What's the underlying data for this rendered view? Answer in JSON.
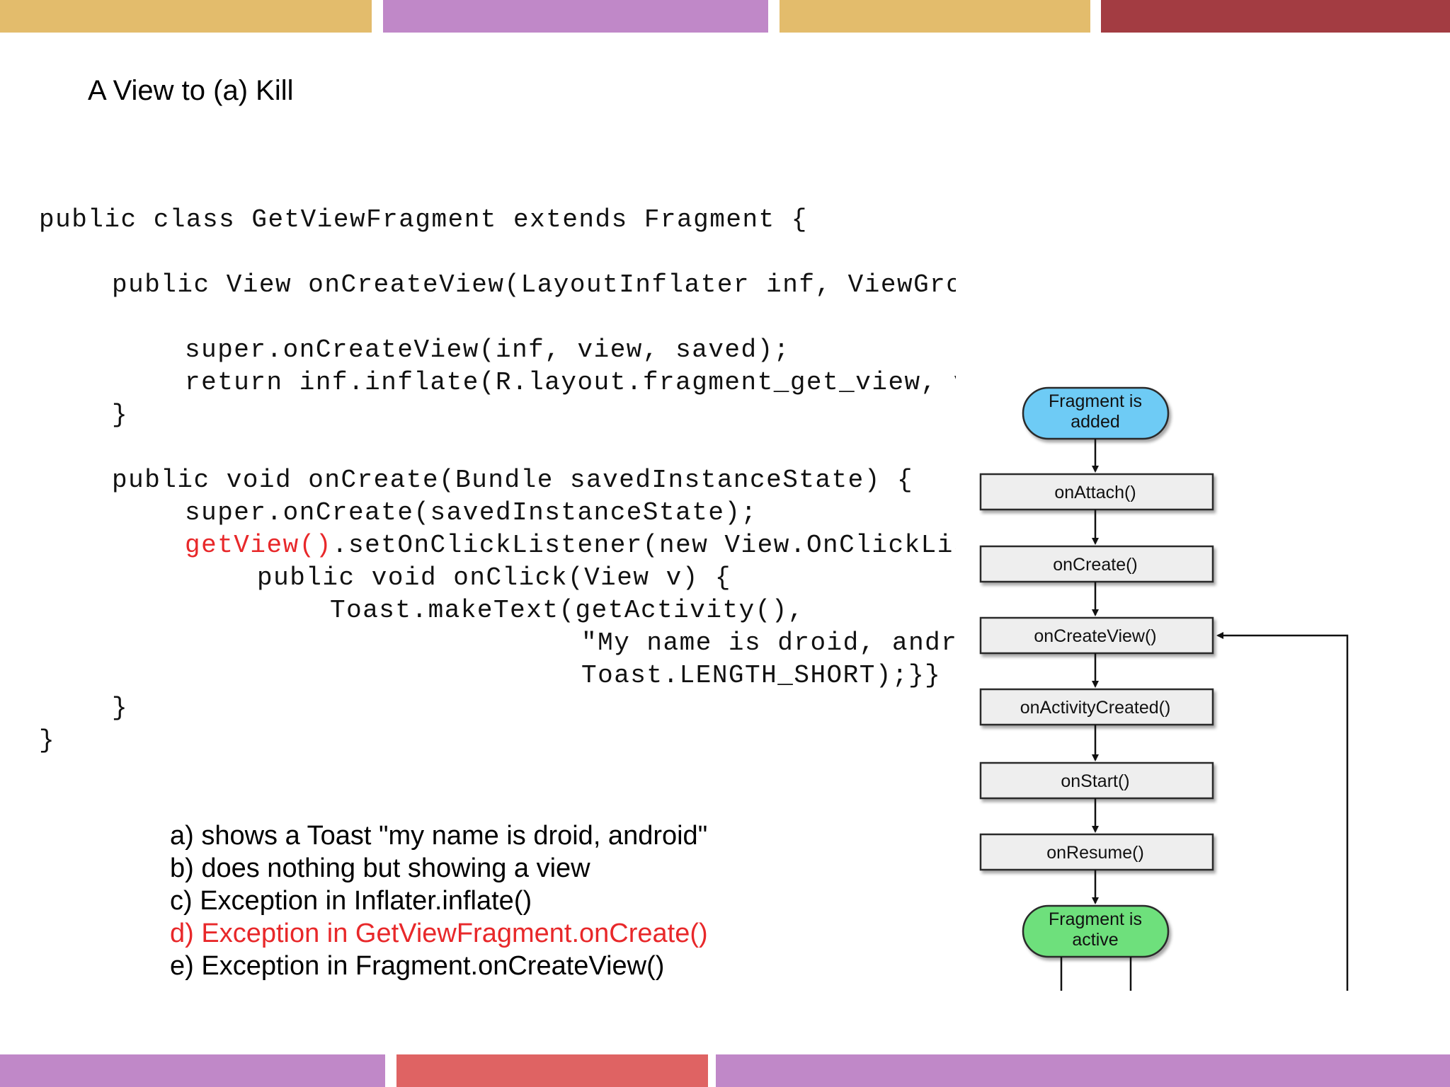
{
  "slide": {
    "title": "A View to (a) Kill",
    "colors": {
      "mustard": "#e3bc6c",
      "lavender": "#c088c8",
      "crimson": "#a33c42",
      "coral": "#df6363",
      "highlight_red": "#e8282a"
    }
  },
  "code": {
    "lines": [
      "public class GetViewFragment extends Fragment {",
      "public View onCreateView(LayoutInflater inf, ViewGroup view, Bundle saved) {",
      "super.onCreateView(inf, view, saved);",
      "return inf.inflate(R.layout.fragment_get_view, view);",
      "}",
      "public void onCreate(Bundle savedInstanceState) {",
      "super.onCreate(savedInstanceState);",
      "getView()",
      ".setOnClickListener(new View.OnClickListener() {",
      "public void onClick(View v) {",
      "Toast.makeText(getActivity(),",
      "\"My name is droid, android\",",
      "Toast.LENGTH_SHORT);}}",
      "}",
      "}"
    ]
  },
  "answers": [
    "a) shows a Toast \"my name is droid, android\"",
    "b) does nothing but showing a view",
    "c) Exception in Inflater.inflate()",
    "d) Exception in GetViewFragment.onCreate()",
    "e) Exception in Fragment.onCreateView()"
  ],
  "lifecycle": {
    "start": [
      "Fragment is",
      "added"
    ],
    "steps": [
      "onAttach()",
      "onCreate()",
      "onCreateView()",
      "onActivityCreated()",
      "onStart()",
      "onResume()"
    ],
    "end": [
      "Fragment is",
      "active"
    ],
    "colors": {
      "start": "#6ecbf5",
      "end": "#6ee07c",
      "box": "#eeeeee"
    }
  }
}
